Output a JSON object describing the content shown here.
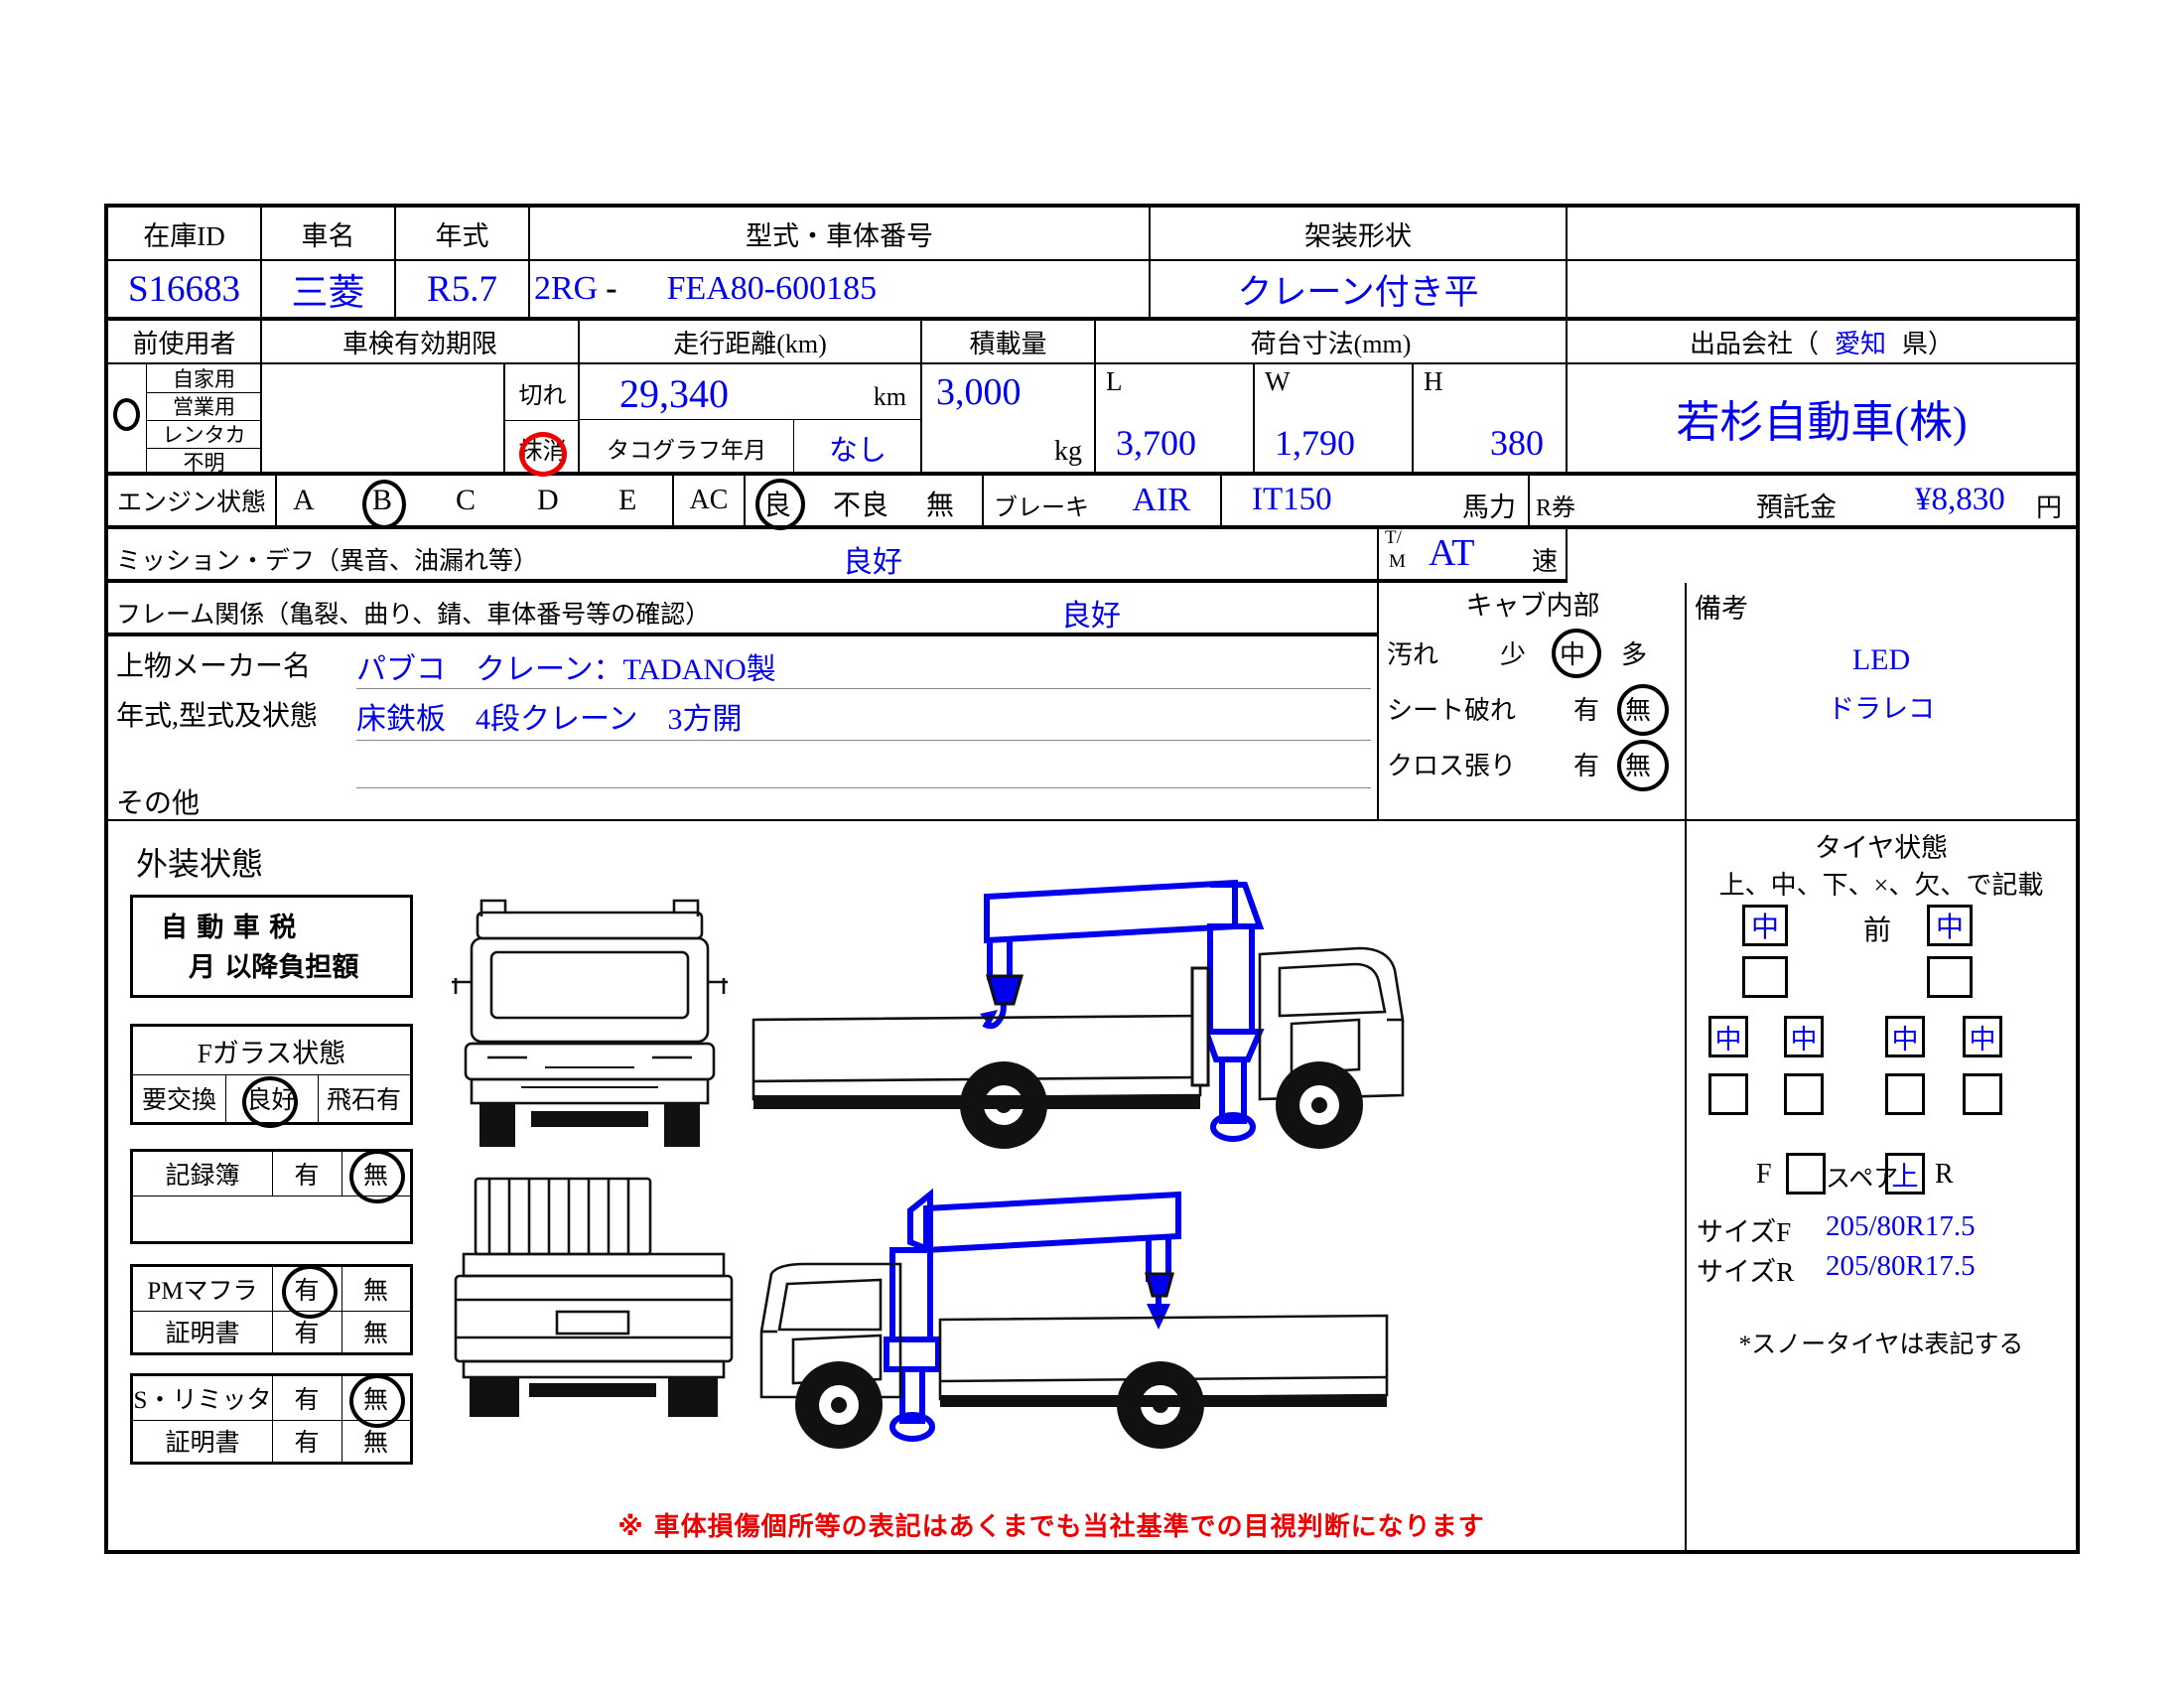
{
  "header": {
    "labels": {
      "stock_id": "在庫ID",
      "maker": "車名",
      "year": "年式",
      "model_chassis": "型式・車体番号",
      "body_shape": "架装形状"
    },
    "values": {
      "stock_id": "S16683",
      "maker": "三菱",
      "year": "R5.7",
      "model_prefix": "2RG",
      "model_dash": "-",
      "chassis": "FEA80-600185",
      "body_shape": "クレーン付き平"
    }
  },
  "row2": {
    "labels": {
      "prev_user": "前使用者",
      "inspection": "車検有効期限",
      "mileage": "走行距離(km)",
      "load": "積載量",
      "bed_size": "荷台寸法(mm)",
      "seller": "出品会社（",
      "seller_suffix": "県）",
      "prefecture": "愛知",
      "kire": "切れ",
      "masshou": "抹消",
      "tacho": "タコグラフ年月",
      "L": "L",
      "W": "W",
      "H": "H",
      "km": "km",
      "kg": "kg"
    },
    "prev_user_options": [
      "自家用",
      "営業用",
      "レンタカ",
      "不明"
    ],
    "prev_user_selected": "営業用",
    "values": {
      "mileage": "29,340",
      "load": "3,000",
      "tacho": "なし",
      "bed_L": "3,700",
      "bed_W": "1,790",
      "bed_H": "380",
      "seller_name": "若杉自動車(株)"
    }
  },
  "engine_row": {
    "label": "エンジン状態",
    "grades": [
      "A",
      "B",
      "C",
      "D",
      "E"
    ],
    "grade_selected": "B",
    "ac_label": "AC",
    "ac_options": [
      "良",
      "不良",
      "無"
    ],
    "ac_selected": "良",
    "brake_label": "ブレーキ",
    "brake_value": "AIR",
    "it_value": "IT150",
    "power_label": "馬力",
    "r_ticket_label": "R券",
    "deposit_label": "預託金",
    "deposit_value": "¥8,830",
    "yen_label": "円"
  },
  "mission_row": {
    "label": "ミッション・デフ（異音、油漏れ等）",
    "value": "良好",
    "tm_label_top": "T/",
    "tm_label_bot": "M",
    "tm_value": "AT",
    "speed_label": "速"
  },
  "frame_row": {
    "label": "フレーム関係（亀裂、曲り、錆、車体番号等の確認）",
    "value": "良好"
  },
  "body_maker": {
    "label": "上物メーカー名",
    "value": "パブコ　クレーン：TADANO製"
  },
  "body_spec": {
    "label": "年式,型式及状態",
    "value": "床鉄板　4段クレーン　3方開"
  },
  "other": {
    "label": "その他",
    "value": ""
  },
  "cab": {
    "title": "キャブ内部",
    "rows": [
      {
        "label": "汚れ",
        "options": [
          "少",
          "中",
          "多"
        ],
        "selected": "中"
      },
      {
        "label": "シート破れ",
        "options": [
          "有",
          "無"
        ],
        "selected": "無"
      },
      {
        "label": "クロス張り",
        "options": [
          "有",
          "無"
        ],
        "selected": "無"
      }
    ]
  },
  "remarks": {
    "title": "備考",
    "lines": [
      "LED",
      "ドラレコ"
    ]
  },
  "exterior": {
    "title": "外装状態",
    "tax_box": {
      "line1": "自 動 車 税",
      "line2": "月 以降負担額"
    },
    "glass": {
      "title": "Fガラス状態",
      "options": [
        "要交換",
        "良好",
        "飛石有"
      ],
      "selected": "良好"
    },
    "record_book": {
      "label": "記録簿",
      "options": [
        "有",
        "無"
      ],
      "selected": "無"
    },
    "pm_muffler": {
      "label": "PMマフラ",
      "options": [
        "有",
        "無"
      ],
      "selected": "有"
    },
    "pm_cert": {
      "label": "証明書",
      "options": [
        "有",
        "無"
      ],
      "selected": ""
    },
    "s_limiter": {
      "label": "S・リミッタ",
      "options": [
        "有",
        "無"
      ],
      "selected": "無"
    },
    "s_cert": {
      "label": "証明書",
      "options": [
        "有",
        "無"
      ],
      "selected": ""
    },
    "warning": "※ 車体損傷個所等の表記はあくまでも当社基準での目視判断になります"
  },
  "tires": {
    "title": "タイヤ状態",
    "subtitle": "上、中、下、×、欠、で記載",
    "front_label": "前",
    "front_left": "中",
    "front_right": "中",
    "front_left2": "",
    "front_right2": "",
    "rear_l_outer": "中",
    "rear_l_inner": "中",
    "rear_r_inner": "中",
    "rear_r_outer": "中",
    "rear_l_outer2": "",
    "rear_l_inner2": "",
    "rear_r_inner2": "",
    "rear_r_outer2": "",
    "spare_f_label": "F",
    "spare_label": "スペア",
    "spare_r_label": "R",
    "spare_f_value": "",
    "spare_r_value": "上",
    "size_f_label": "サイズF",
    "size_f_value": "205/80R17.5",
    "size_r_label": "サイズR",
    "size_r_value": "205/80R17.5",
    "note": "*スノータイヤは表記する"
  },
  "colors": {
    "ink": "#0000ee",
    "line": "#000000",
    "warning": "#ee0000"
  }
}
